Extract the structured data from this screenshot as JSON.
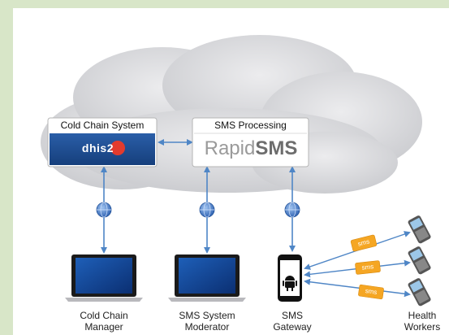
{
  "cold_chain_system": {
    "title": "Cold Chain System",
    "logo_text": "dhis2"
  },
  "sms_processing": {
    "title": "SMS Processing",
    "logo_light": "Rapid",
    "logo_bold": "SMS"
  },
  "sms_badge": "sms",
  "labels": {
    "cold_chain_manager": [
      "Cold Chain",
      "Manager"
    ],
    "sms_system_moderator": [
      "SMS System",
      "Moderator"
    ],
    "sms_gateway": [
      "SMS",
      "Gateway"
    ],
    "health_workers": [
      "Health",
      "Workers"
    ]
  },
  "colors": {
    "background": "#d8e6c8",
    "cloud": "#d9dade",
    "dhis_blue": "#1c4a8a",
    "arrow": "#4f86c6",
    "sms_badge": "#f5a623"
  },
  "icons": [
    "cloud-icon",
    "globe-icon",
    "laptop-icon",
    "android-phone-icon",
    "mobile-phone-icon"
  ]
}
